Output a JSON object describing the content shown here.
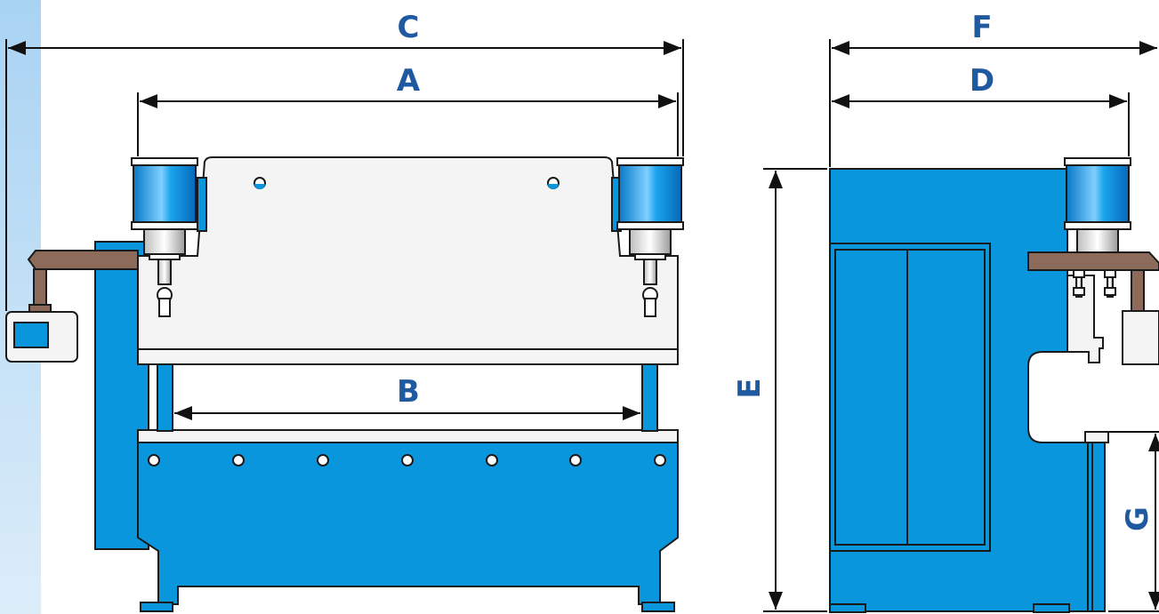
{
  "labels": {
    "c": "C",
    "a": "A",
    "b": "B",
    "f": "F",
    "d": "D",
    "e": "E",
    "g": "G"
  },
  "colors": {
    "machine_blue": "#0a96dc",
    "outline": "#1a1a1a",
    "panel_light": "#f4f4f4",
    "arm_brown": "#8c6b5a",
    "label_blue": "#1f5aa0",
    "side_strip": "#b9dcf4"
  }
}
